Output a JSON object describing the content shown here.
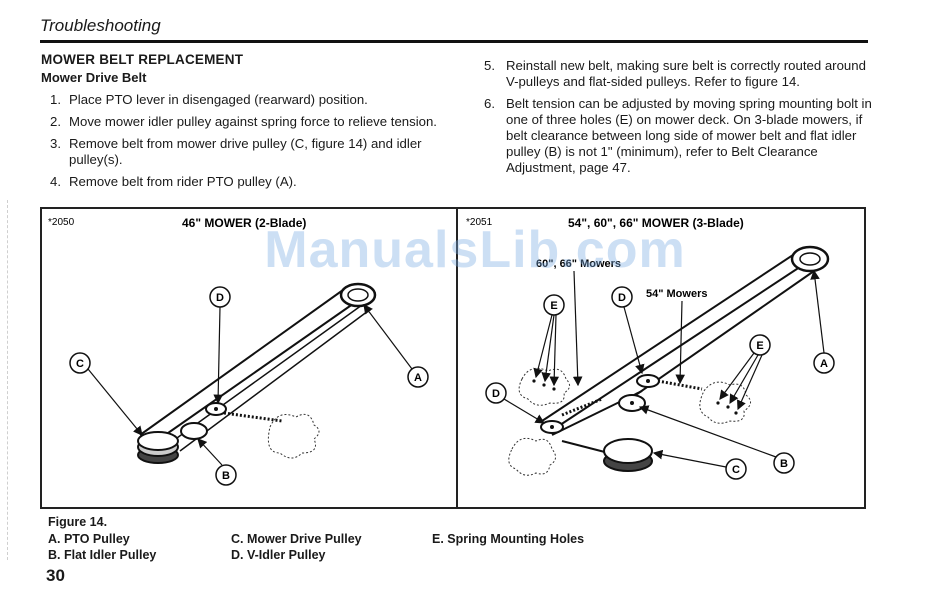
{
  "header": {
    "title": "Troubleshooting"
  },
  "section": {
    "title": "MOWER BELT REPLACEMENT",
    "subtitle": "Mower Drive Belt"
  },
  "steps_left": [
    {
      "num": "1.",
      "text": "Place PTO lever in disengaged (rearward) position."
    },
    {
      "num": "2.",
      "text": "Move mower idler pulley against spring force to relieve tension."
    },
    {
      "num": "3.",
      "text": "Remove belt from mower drive pulley (C, figure 14) and idler pulley(s)."
    },
    {
      "num": "4.",
      "text": "Remove belt from rider PTO pulley (A)."
    }
  ],
  "steps_right": [
    {
      "num": "5.",
      "text": "Reinstall new belt, making sure belt is correctly routed around V-pulleys and flat-sided pulleys. Refer to figure 14."
    },
    {
      "num": "6.",
      "text": "Belt tension can be adjusted by moving spring mounting bolt in one of three holes (E) on mower deck. On 3-blade mowers, if belt clearance between long side of mower belt and flat idler pulley (B) is not 1\" (minimum), refer to Belt Clearance Adjustment, page 47."
    }
  ],
  "figure": {
    "left": {
      "code": "*2050",
      "title": "46\" MOWER (2-Blade)"
    },
    "right": {
      "code": "*2051",
      "title": "54\", 60\", 66\" MOWER (3-Blade)",
      "note_60_66": "60\", 66\" Mowers",
      "note_54": "54\" Mowers"
    },
    "callouts": {
      "a": "A",
      "b": "B",
      "c": "C",
      "d": "D",
      "e": "E"
    },
    "caption": "Figure 14."
  },
  "legend": {
    "a": "A. PTO Pulley",
    "b": "B. Flat Idler Pulley",
    "c": "C. Mower Drive Pulley",
    "d": "D. V-Idler Pulley",
    "e": "E. Spring Mounting Holes"
  },
  "page_number": "30",
  "watermark": "ManualsLib.com"
}
